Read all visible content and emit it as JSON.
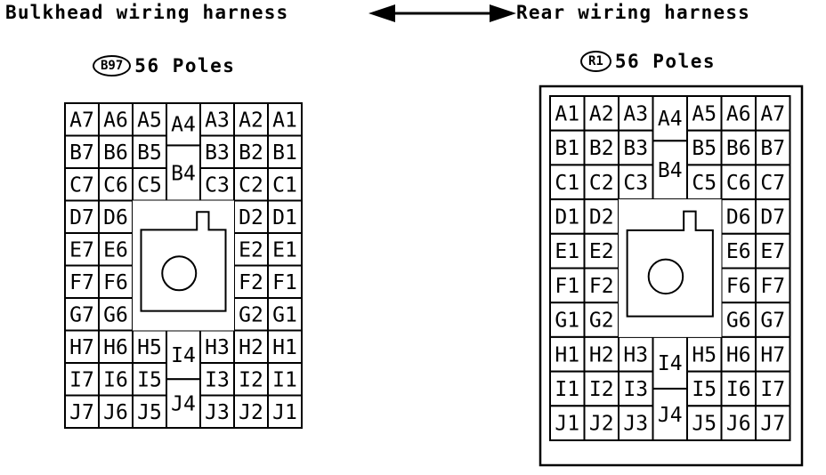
{
  "header": {
    "left_title": "Bulkhead wiring harness",
    "right_title": "Rear wiring harness"
  },
  "connectors": [
    {
      "id": "bulkhead",
      "badge": "B97",
      "poles_text": "56 Poles",
      "bulk_layout": true,
      "rows": [
        {
          "left": [
            "A7",
            "A6",
            "A5"
          ],
          "right": [
            "A3",
            "A2",
            "A1"
          ]
        },
        {
          "left": [
            "B7",
            "B6",
            "B5"
          ],
          "right": [
            "B3",
            "B2",
            "B1"
          ]
        },
        {
          "left": [
            "C7",
            "C6",
            "C5"
          ],
          "right": [
            "C3",
            "C2",
            "C1"
          ]
        },
        {
          "left": [
            "D7",
            "D6"
          ],
          "right": [
            "D2",
            "D1"
          ]
        },
        {
          "left": [
            "E7",
            "E6"
          ],
          "right": [
            "E2",
            "E1"
          ]
        },
        {
          "left": [
            "F7",
            "F6"
          ],
          "right": [
            "F2",
            "F1"
          ]
        },
        {
          "left": [
            "G7",
            "G6"
          ],
          "right": [
            "G2",
            "G1"
          ]
        },
        {
          "left": [
            "H7",
            "H6",
            "H5"
          ],
          "right": [
            "H3",
            "H2",
            "H1"
          ]
        },
        {
          "left": [
            "I7",
            "I6",
            "I5"
          ],
          "right": [
            "I3",
            "I2",
            "I1"
          ]
        },
        {
          "left": [
            "J7",
            "J6",
            "J5"
          ],
          "right": [
            "J3",
            "J2",
            "J1"
          ]
        }
      ],
      "center_top": [
        "A4",
        "B4"
      ],
      "center_bottom": [
        "I4",
        "J4"
      ]
    },
    {
      "id": "rear",
      "badge": "R1",
      "poles_text": "56 Poles",
      "bulk_layout": false,
      "rows": [
        {
          "left": [
            "A1",
            "A2",
            "A3"
          ],
          "right": [
            "A5",
            "A6",
            "A7"
          ]
        },
        {
          "left": [
            "B1",
            "B2",
            "B3"
          ],
          "right": [
            "B5",
            "B6",
            "B7"
          ]
        },
        {
          "left": [
            "C1",
            "C2",
            "C3"
          ],
          "right": [
            "C5",
            "C6",
            "C7"
          ]
        },
        {
          "left": [
            "D1",
            "D2"
          ],
          "right": [
            "D6",
            "D7"
          ]
        },
        {
          "left": [
            "E1",
            "E2"
          ],
          "right": [
            "E6",
            "E7"
          ]
        },
        {
          "left": [
            "F1",
            "F2"
          ],
          "right": [
            "F6",
            "F7"
          ]
        },
        {
          "left": [
            "G1",
            "G2"
          ],
          "right": [
            "G6",
            "G7"
          ]
        },
        {
          "left": [
            "H1",
            "H2",
            "H3"
          ],
          "right": [
            "H5",
            "H6",
            "H7"
          ]
        },
        {
          "left": [
            "I1",
            "I2",
            "I3"
          ],
          "right": [
            "I5",
            "I6",
            "I7"
          ]
        },
        {
          "left": [
            "J1",
            "J2",
            "J3"
          ],
          "right": [
            "J5",
            "J6",
            "J7"
          ]
        }
      ],
      "center_top": [
        "A4",
        "B4"
      ],
      "center_bottom": [
        "I4",
        "J4"
      ]
    }
  ]
}
